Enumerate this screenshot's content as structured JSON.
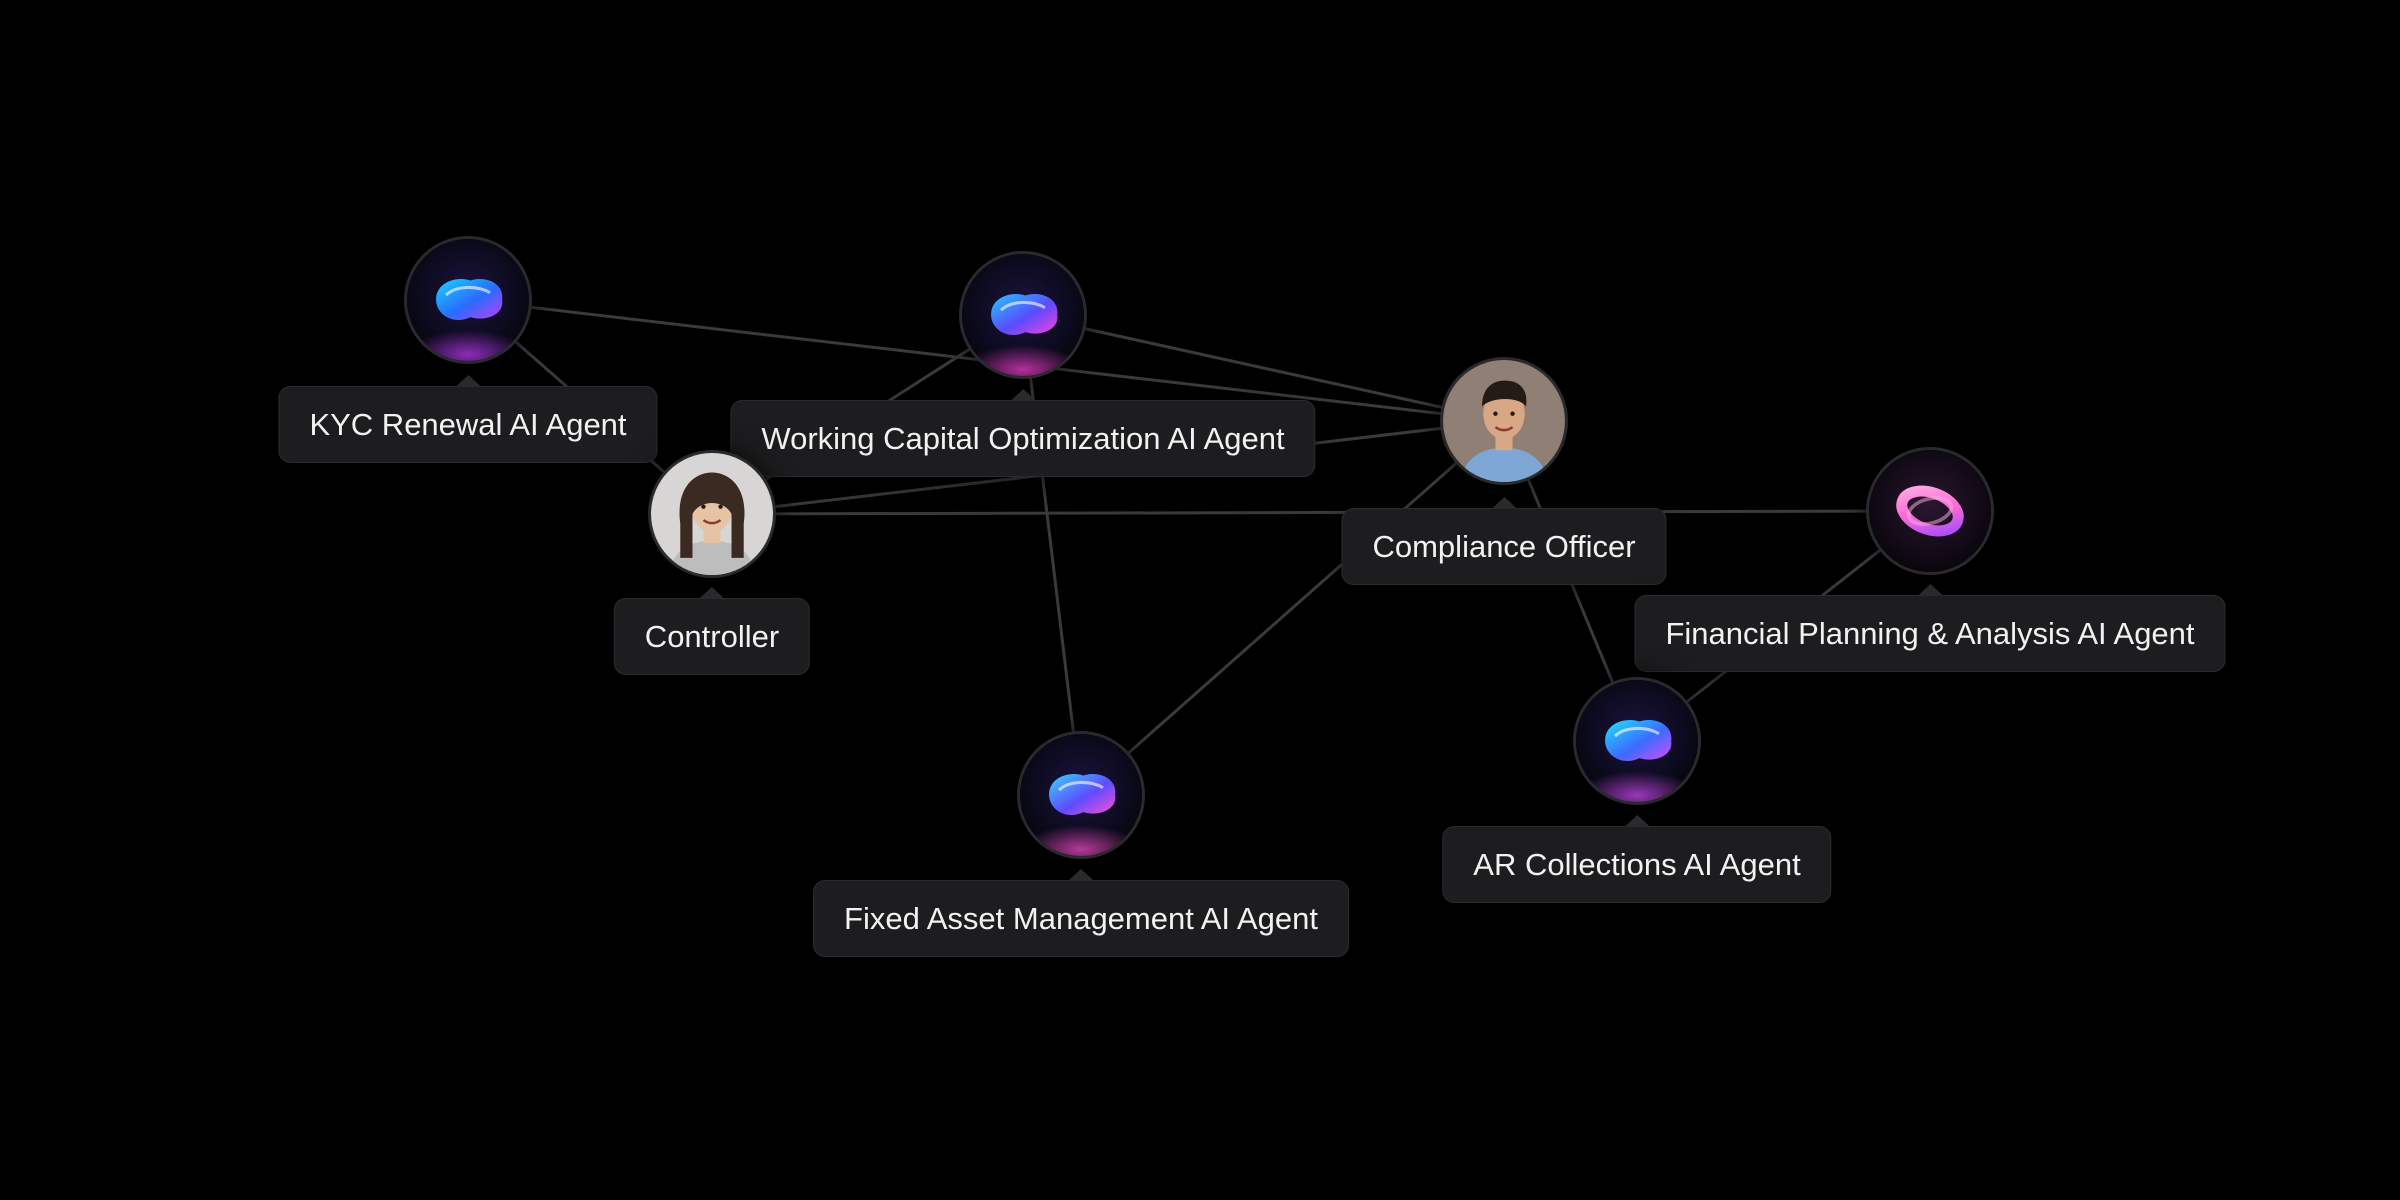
{
  "nodes": [
    {
      "id": "kyc",
      "label": "KYC Renewal AI Agent",
      "kind": "ai-agent",
      "icon": "ai-blob-icon",
      "palette": [
        "#19d3ff",
        "#2a6bff",
        "#c53cff"
      ]
    },
    {
      "id": "wco",
      "label": "Working Capital Optimization AI Agent",
      "kind": "ai-agent",
      "icon": "ai-blob-icon",
      "palette": [
        "#25c8ff",
        "#5a4bff",
        "#ff3fd8"
      ]
    },
    {
      "id": "controller",
      "label": "Controller",
      "kind": "person",
      "icon": "person-avatar-woman",
      "palette": [
        "#3a2a22",
        "#e7c3a6",
        "#bdbdbd"
      ]
    },
    {
      "id": "compliance",
      "label": "Compliance Officer",
      "kind": "person",
      "icon": "person-avatar-man",
      "palette": [
        "#241a16",
        "#d7a786",
        "#7fa7d6"
      ]
    },
    {
      "id": "fpa",
      "label": "Financial Planning & Analysis AI Agent",
      "kind": "ai-agent",
      "icon": "ai-ring-icon",
      "palette": [
        "#ff6ad5",
        "#9b4bff",
        "#ffb0e6"
      ]
    },
    {
      "id": "ar",
      "label": "AR Collections AI Agent",
      "kind": "ai-agent",
      "icon": "ai-blob-icon",
      "palette": [
        "#21e3ff",
        "#3b6bff",
        "#d94bff"
      ]
    },
    {
      "id": "fam",
      "label": "Fixed Asset Management AI Agent",
      "kind": "ai-agent",
      "icon": "ai-blob-icon",
      "palette": [
        "#39d5ff",
        "#5f4cff",
        "#ff4fd2"
      ]
    }
  ],
  "edges": [
    [
      "kyc",
      "compliance"
    ],
    [
      "kyc",
      "controller"
    ],
    [
      "wco",
      "compliance"
    ],
    [
      "wco",
      "controller"
    ],
    [
      "wco",
      "fam"
    ],
    [
      "controller",
      "compliance"
    ],
    [
      "controller",
      "fpa"
    ],
    [
      "compliance",
      "fam"
    ],
    [
      "compliance",
      "ar"
    ],
    [
      "fpa",
      "ar"
    ]
  ],
  "colors": {
    "background": "#000000",
    "edge": "#3a3a3e",
    "label_bg": "#1d1d1f",
    "label_text": "#f2f2f2"
  }
}
